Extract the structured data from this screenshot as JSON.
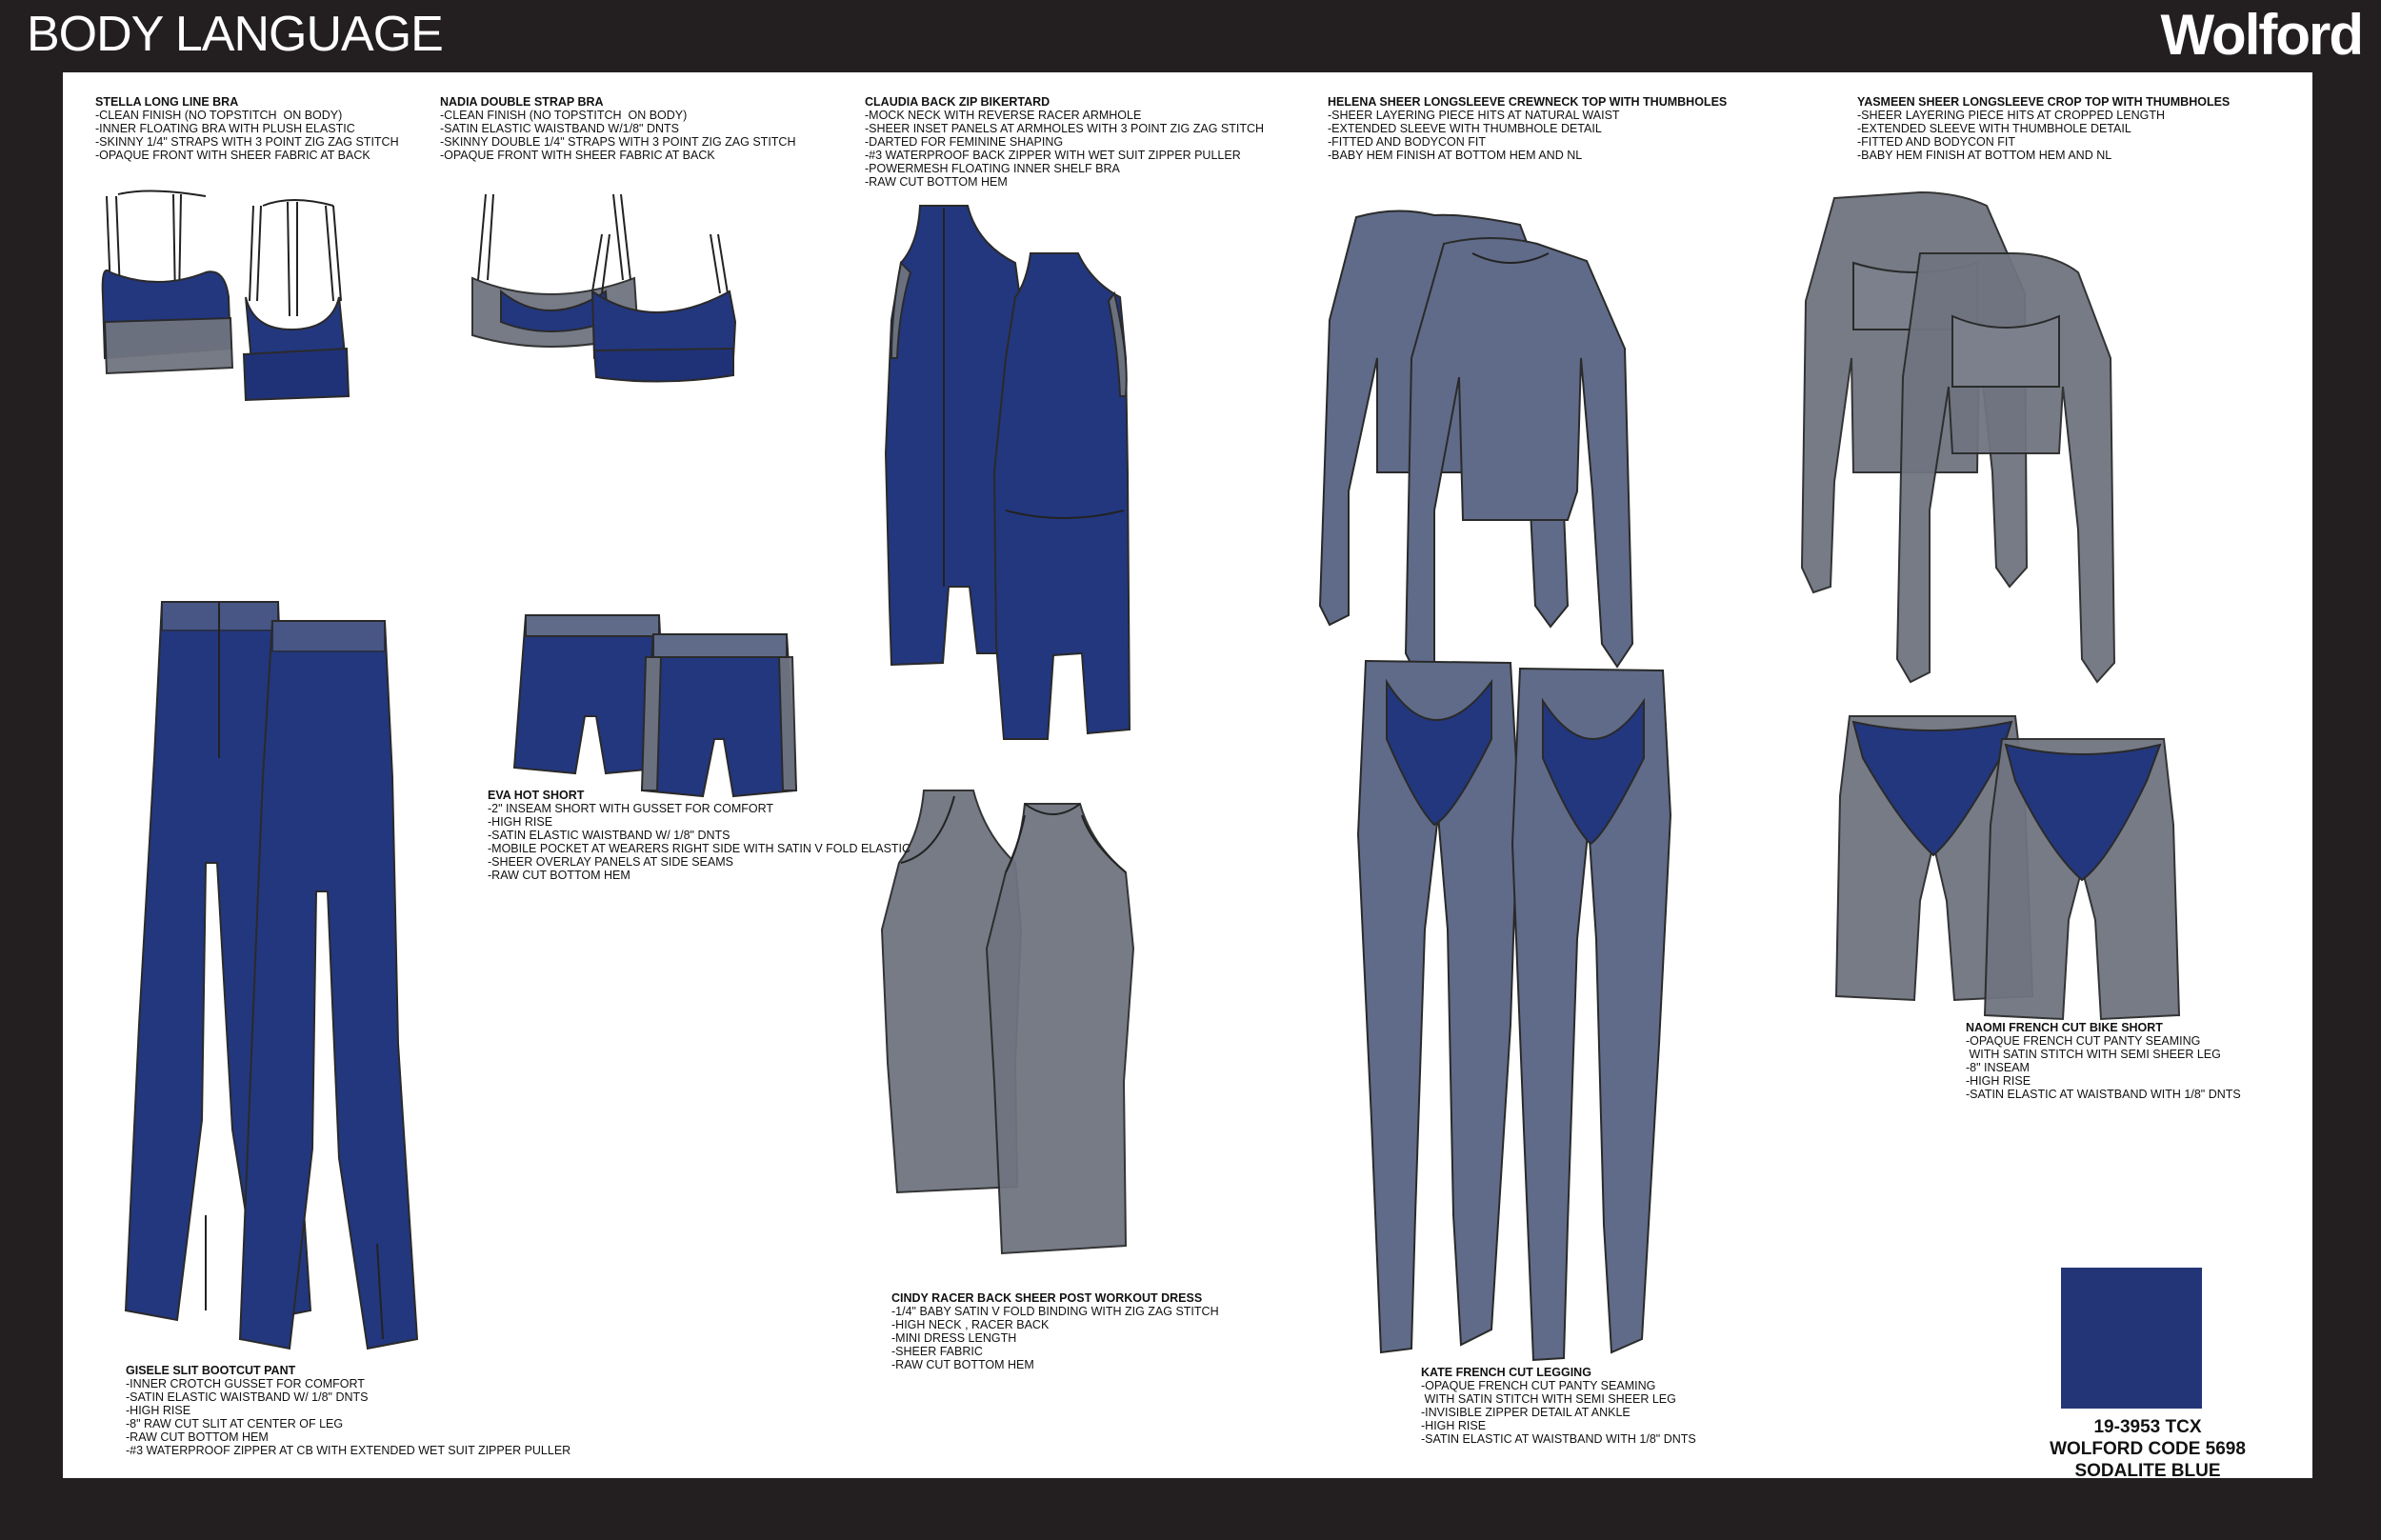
{
  "header": {
    "title": "BODY LANGUAGE",
    "brand": "Wolford"
  },
  "colors": {
    "background": "#231f20",
    "sheet": "#ffffff",
    "navy": "#23377f",
    "navy_dark": "#1c2d6b",
    "sheer_grey": "#6d7380",
    "sheer_blue_grey": "#5e6a86",
    "outline": "#2a2a2a",
    "swatch": "#243577"
  },
  "garments": [
    {
      "id": "stella",
      "name": "STELLA LONG LINE BRA",
      "notes": [
        "-CLEAN FINISH (NO TOPSTITCH  ON BODY)",
        "-INNER FLOATING BRA WITH PLUSH ELASTIC",
        "-SKINNY 1/4\" STRAPS WITH 3 POINT ZIG ZAG STITCH",
        "-OPAQUE FRONT WITH SHEER FABRIC AT BACK"
      ]
    },
    {
      "id": "nadia",
      "name": "NADIA DOUBLE STRAP BRA",
      "notes": [
        "-CLEAN FINISH (NO TOPSTITCH  ON BODY)",
        "-SATIN ELASTIC WAISTBAND W/1/8\" DNTS",
        "-SKINNY DOUBLE 1/4\" STRAPS WITH 3 POINT ZIG ZAG STITCH",
        "-OPAQUE FRONT WITH SHEER FABRIC AT BACK"
      ]
    },
    {
      "id": "claudia",
      "name": "CLAUDIA BACK ZIP BIKERTARD",
      "notes": [
        "-MOCK NECK WITH REVERSE RACER ARMHOLE",
        "-SHEER INSET PANELS AT ARMHOLES WITH 3 POINT ZIG ZAG STITCH",
        "-DARTED FOR FEMININE SHAPING",
        "-#3 WATERPROOF BACK ZIPPER WITH WET SUIT ZIPPER PULLER",
        "-POWERMESH FLOATING INNER SHELF BRA",
        "-RAW CUT BOTTOM HEM"
      ]
    },
    {
      "id": "helena",
      "name": "HELENA  SHEER LONGSLEEVE CREWNECK TOP WITH THUMBHOLES",
      "notes": [
        "-SHEER LAYERING PIECE HITS AT NATURAL WAIST",
        "-EXTENDED SLEEVE WITH THUMBHOLE DETAIL",
        "-FITTED AND BODYCON FIT",
        "-BABY HEM FINISH AT BOTTOM HEM AND NL"
      ]
    },
    {
      "id": "yasmeen",
      "name": "YASMEEN SHEER LONGSLEEVE CROP TOP WITH THUMBHOLES",
      "notes": [
        "-SHEER LAYERING PIECE HITS AT CROPPED LENGTH",
        "-EXTENDED SLEEVE WITH THUMBHOLE DETAIL",
        "-FITTED AND BODYCON FIT",
        "-BABY HEM FINISH AT BOTTOM HEM AND NL"
      ]
    },
    {
      "id": "eva",
      "name": "EVA HOT SHORT",
      "notes": [
        "-2\" INSEAM SHORT WITH GUSSET FOR COMFORT",
        "-HIGH RISE",
        "-SATIN ELASTIC WAISTBAND W/ 1/8\" DNTS",
        "-MOBILE POCKET AT WEARERS RIGHT SIDE WITH SATIN V FOLD ELASTIC",
        "-SHEER OVERLAY PANELS AT SIDE SEAMS",
        "-RAW CUT BOTTOM HEM"
      ]
    },
    {
      "id": "naomi",
      "name": "NAOMI FRENCH CUT BIKE SHORT",
      "notes": [
        "-OPAQUE FRENCH CUT PANTY SEAMING",
        " WITH SATIN STITCH WITH SEMI SHEER LEG",
        "-8\" INSEAM",
        "-HIGH RISE",
        "-SATIN ELASTIC AT WAISTBAND WITH 1/8\" DNTS"
      ]
    },
    {
      "id": "cindy",
      "name": "CINDY RACER BACK SHEER POST WORKOUT DRESS",
      "notes": [
        "-1/4\" BABY SATIN V FOLD BINDING WITH ZIG ZAG STITCH",
        "-HIGH NECK , RACER BACK",
        "-MINI DRESS LENGTH",
        "-SHEER FABRIC",
        "-RAW CUT BOTTOM HEM"
      ]
    },
    {
      "id": "kate",
      "name": "KATE FRENCH CUT LEGGING",
      "notes": [
        "-OPAQUE FRENCH CUT PANTY SEAMING",
        " WITH SATIN STITCH WITH SEMI SHEER LEG",
        "-INVISIBLE ZIPPER DETAIL AT ANKLE",
        "-HIGH RISE",
        "-SATIN ELASTIC AT WAISTBAND WITH 1/8\" DNTS"
      ]
    },
    {
      "id": "gisele",
      "name": "GISELE SLIT BOOTCUT PANT",
      "notes": [
        "-INNER CROTCH GUSSET FOR COMFORT",
        "-SATIN ELASTIC WAISTBAND W/ 1/8\" DNTS",
        "-HIGH RISE",
        "-8\" RAW CUT SLIT AT CENTER OF LEG",
        "-RAW CUT BOTTOM HEM",
        "-#3 WATERPROOF ZIPPER AT CB WITH EXTENDED WET SUIT ZIPPER PULLER"
      ]
    }
  ],
  "swatch": {
    "pantone": "19-3953 TCX",
    "code": "WOLFORD CODE 5698",
    "color_name": "SODALITE BLUE"
  }
}
